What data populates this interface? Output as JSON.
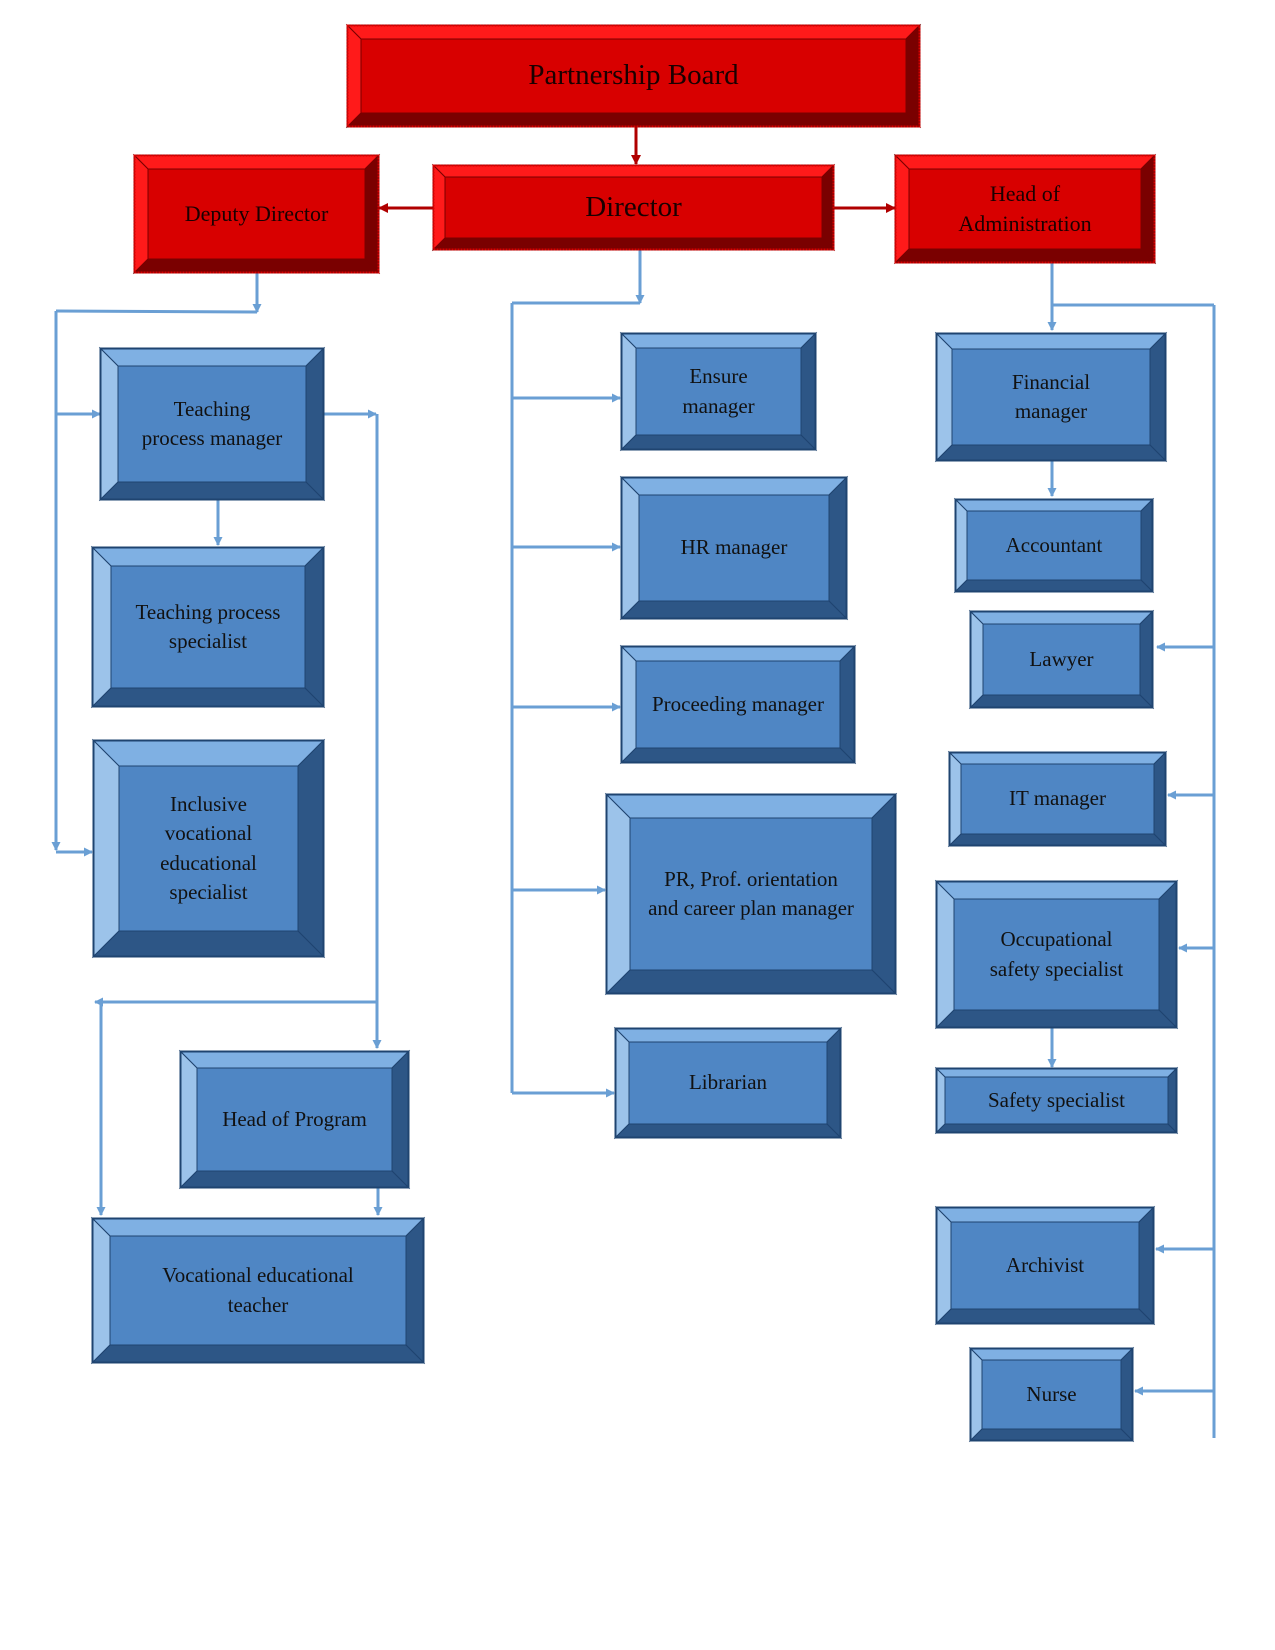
{
  "colors": {
    "red_top": "#ff1a1a",
    "red_face": "#d80000",
    "red_dark": "#7a0000",
    "blue_light": "#9cc3ea",
    "blue_top": "#7fb0e3",
    "blue_face": "#4f86c4",
    "blue_dark": "#2d5686",
    "blue_outline": "#1f4470",
    "connector_blue": "#6a9fd4",
    "connector_red": "#b00000"
  },
  "boxes": {
    "partnership_board": "Partnership Board",
    "deputy_director": "Deputy Director",
    "director": "Director",
    "head_of_administration": [
      "Head of",
      "Administration"
    ],
    "teaching_process_manager": [
      "Teaching",
      "process manager"
    ],
    "teaching_process_specialist": [
      "Teaching process",
      "specialist"
    ],
    "inclusive_specialist": [
      "Inclusive",
      "vocational",
      "educational",
      "specialist"
    ],
    "head_of_program": "Head of Program",
    "vocational_teacher": [
      "Vocational educational",
      "teacher"
    ],
    "ensure_manager": [
      "Ensure",
      "manager"
    ],
    "hr_manager": "HR manager",
    "proceeding_manager": "Proceeding manager",
    "pr_manager": [
      "PR, Prof. orientation",
      "and career plan manager"
    ],
    "librarian": "Librarian",
    "financial_manager": [
      "Financial",
      "manager"
    ],
    "accountant": "Accountant",
    "lawyer": "Lawyer",
    "it_manager": "IT manager",
    "occupational_safety_specialist": [
      "Occupational",
      "safety specialist"
    ],
    "safety_specialist": "Safety specialist",
    "archivist": "Archivist",
    "nurse": "Nurse"
  }
}
